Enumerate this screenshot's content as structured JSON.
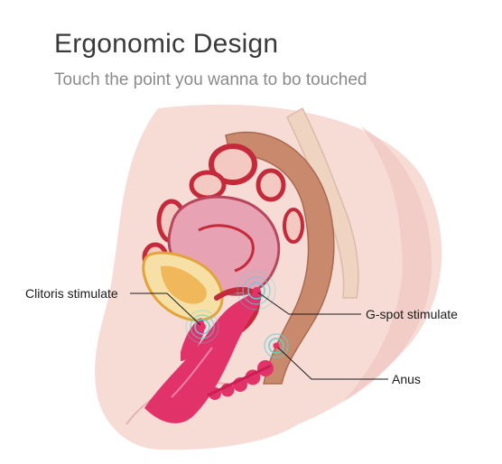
{
  "header": {
    "title": "Ergonomic Design",
    "subtitle": "Touch the point you wanna to bo touched"
  },
  "labels": {
    "clitoris": "Clitoris stimulate",
    "gspot": "G-spot stimulate",
    "anus": "Anus"
  },
  "colors": {
    "device": "#e2326a",
    "tissue": "#f7dcd6",
    "organ": "#c42a3a",
    "uterus": "#e7a3b3",
    "bowel": "#c9896c",
    "bladder": "#f0b85a",
    "pulse": "#5bd0d8"
  }
}
